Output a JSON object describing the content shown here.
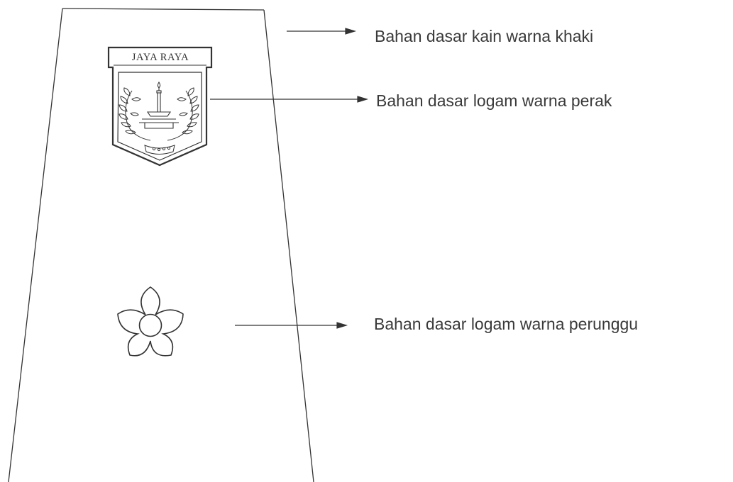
{
  "callouts": {
    "fabric": "Bahan dasar kain warna khaki",
    "emblem": "Bahan dasar logam warna perak",
    "flower": "Bahan dasar logam warna perunggu"
  },
  "emblem": {
    "banner_text": "JAYA RAYA"
  },
  "colors": {
    "line": "#333333",
    "text": "#3a3a3a",
    "background": "#ffffff"
  }
}
